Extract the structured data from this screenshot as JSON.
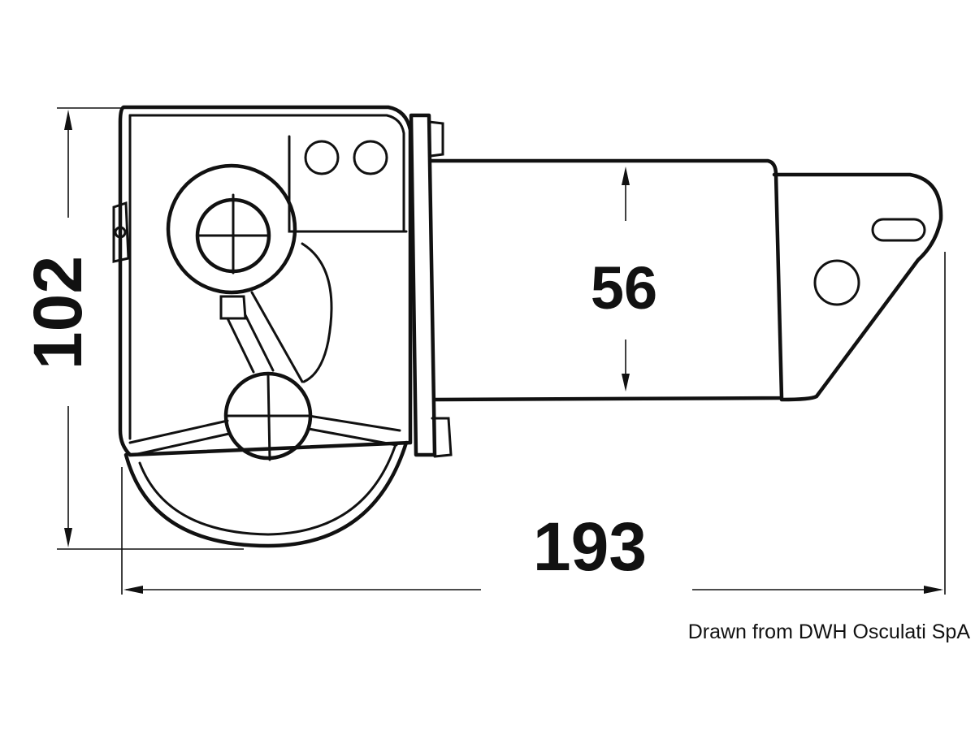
{
  "dimensions": {
    "height": "102",
    "width": "193",
    "diameter": "56"
  },
  "credit": "Drawn from DWH Osculati SpA",
  "colors": {
    "ink": "#111111",
    "background": "#ffffff"
  }
}
